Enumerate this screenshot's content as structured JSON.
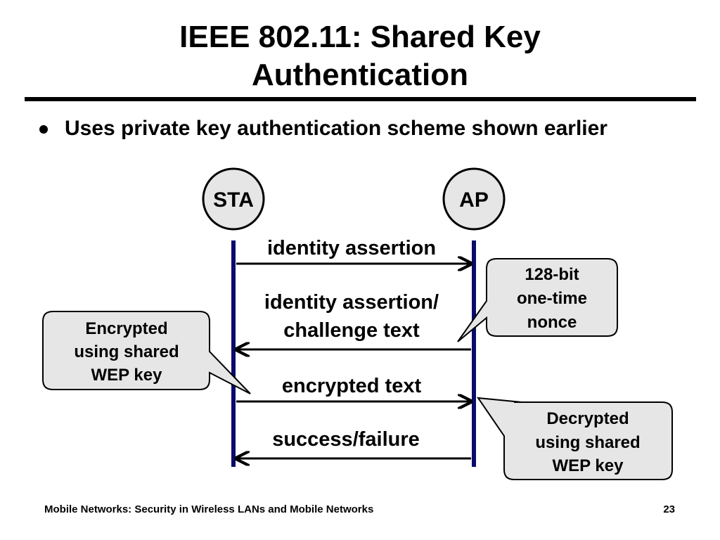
{
  "slide": {
    "title_line1": "IEEE 802.11: Shared Key",
    "title_line2": "Authentication",
    "bullet": "Uses private key authentication scheme shown earlier"
  },
  "diagram": {
    "entities": {
      "left": "STA",
      "right": "AP"
    },
    "messages": [
      {
        "label_lines": [
          "identity assertion"
        ],
        "direction": "STA->AP"
      },
      {
        "label_lines": [
          "identity assertion/",
          "challenge text"
        ],
        "direction": "AP->STA"
      },
      {
        "label_lines": [
          "encrypted text"
        ],
        "direction": "STA->AP"
      },
      {
        "label_lines": [
          "success/failure"
        ],
        "direction": "AP->STA"
      }
    ],
    "callouts": {
      "encrypted": [
        "Encrypted",
        "using shared",
        "WEP key"
      ],
      "nonce": [
        "128-bit",
        "one-time",
        "nonce"
      ],
      "decrypted": [
        "Decrypted",
        "using shared",
        "WEP key"
      ]
    },
    "colors": {
      "lifeline": "#0b0b6b",
      "node_fill": "#e6e6e6",
      "callout_fill": "#e6e6e6"
    }
  },
  "footer": {
    "left": "Mobile Networks:  Security in Wireless LANs and Mobile Networks",
    "page": "23"
  }
}
